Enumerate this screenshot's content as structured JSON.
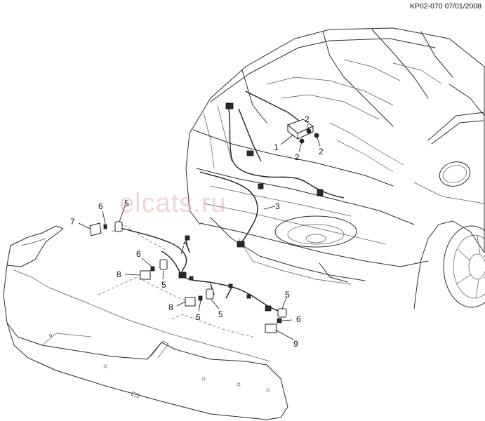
{
  "header": {
    "reference_code": "KP02-070 07/01/2008"
  },
  "watermark": {
    "text": "elcats.ru"
  },
  "callouts": [
    {
      "id": "c1",
      "label": "1"
    },
    {
      "id": "c2a",
      "label": "2"
    },
    {
      "id": "c2b",
      "label": "2"
    },
    {
      "id": "c2c",
      "label": "2"
    },
    {
      "id": "c3",
      "label": "3"
    },
    {
      "id": "c4",
      "label": "4"
    },
    {
      "id": "c5a",
      "label": "5"
    },
    {
      "id": "c5b",
      "label": "5"
    },
    {
      "id": "c5c",
      "label": "5"
    },
    {
      "id": "c5d",
      "label": "5"
    },
    {
      "id": "c6a",
      "label": "6"
    },
    {
      "id": "c6b",
      "label": "6"
    },
    {
      "id": "c6c",
      "label": "6"
    },
    {
      "id": "c6d",
      "label": "6"
    },
    {
      "id": "c7",
      "label": "7"
    },
    {
      "id": "c8a",
      "label": "8"
    },
    {
      "id": "c8b",
      "label": "8"
    },
    {
      "id": "c9",
      "label": "9"
    }
  ]
}
